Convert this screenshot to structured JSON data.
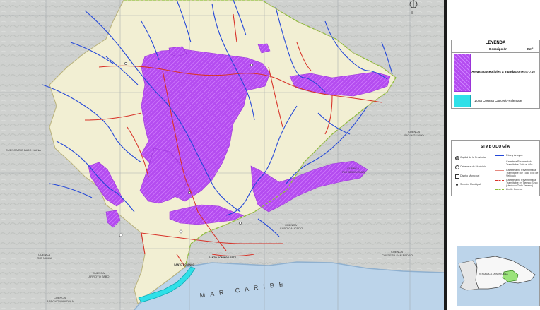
{
  "map": {
    "sea_label": "MAR CARIBE",
    "basin_labels": [
      {
        "id": "rio-haina",
        "lines": [
          "CUENCA RIO BAJO HAINA"
        ]
      },
      {
        "id": "rio-higuamo",
        "lines": [
          "CUENCA",
          "RIO HIGUAMO"
        ]
      },
      {
        "id": "rio-brujuelas",
        "lines": [
          "CUENCA",
          "RIO BRUJUELAS"
        ]
      },
      {
        "id": "cabo-caucedo",
        "lines": [
          "CUENCA",
          "CABO CAUCEDO"
        ]
      },
      {
        "id": "costera-san-pedro",
        "lines": [
          "CUENCA",
          "COSTERA SAN PEDRO"
        ]
      },
      {
        "id": "rio-nigua",
        "lines": [
          "CUENCA",
          "RIO NIGUA"
        ]
      },
      {
        "id": "arroyo-tabo",
        "lines": [
          "CUENCA",
          "ARROYO TABO"
        ]
      },
      {
        "id": "arroyo-manzana",
        "lines": [
          "CUENCA",
          "ARROYO MANZANA"
        ]
      }
    ],
    "city_label": "SANTO DOMINGO ESTE",
    "city_label2": "SANTO DOMINGO",
    "compass_letter": "S"
  },
  "legend": {
    "title": "LEYENDA",
    "col_description": "Descripción",
    "col_area": "Km²",
    "rows": [
      {
        "description": "Areas Susceptibles a Inundaciones",
        "area": "970.10",
        "color": "#b44cf0"
      },
      {
        "description": "Zona Costera Caucedo-Palenque",
        "area": "",
        "color": "#2fe0e8"
      }
    ]
  },
  "symbology": {
    "title": "SIMBOLOGÍA",
    "left_items": [
      "Capital de la Provincia",
      "Cabecera de Municipio",
      "Distrito Municipal",
      "Sección Municipal"
    ],
    "right_items": [
      "Ríos y Arroyos",
      "Carretera Pavimentada Transitable Todo el Año",
      "Carretera no Pavimentada Transitable por Todo Tipo de Vehículo",
      "Carretera no Pavimentada Transitable en Tiempo Seco (Vehículo Todo Terreno)",
      "Límite Cuenca"
    ]
  },
  "inset": {
    "country_label": "REPUBLICA DOMINICANA"
  },
  "colors": {
    "flood": "#b44cf0",
    "coastal": "#2fe0e8",
    "basin": "#f2efd3",
    "rivers": "#2448d8",
    "roads": "#d8342a",
    "sea": "#bcd4ea",
    "terrain": "#cfd1cf"
  }
}
